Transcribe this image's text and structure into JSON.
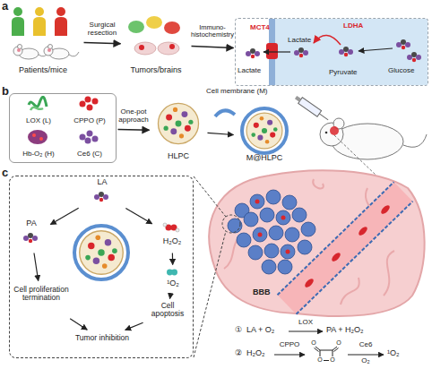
{
  "diagram": {
    "nodes": [
      {
        "text": [
          "Patients/mice"
        ]
      },
      {
        "text": [
          "Tumors/brains"
        ]
      },
      {
        "text": [
          "Lactate",
          "MCT4",
          "LDHA",
          "Glucose",
          "Pyruvate",
          "Lactate"
        ]
      },
      {
        "text": []
      },
      {
        "text": [
          "LOX (L)"
        ],
        "in": 3
      },
      {
        "text": [
          "CPPO (P)"
        ],
        "in": 3
      },
      {
        "text": [
          "Hb-O₂ (H)"
        ],
        "in": 3
      },
      {
        "text": [
          "Ce6 (C)"
        ],
        "in": 3
      },
      {
        "text": [
          "HLPC"
        ]
      },
      {
        "text": [
          "M@HLPC"
        ]
      },
      {
        "text": []
      },
      {
        "text": [
          "LA"
        ],
        "in": 10
      },
      {
        "text": [
          "PA"
        ],
        "in": 10
      },
      {
        "text": [
          "H₂O₂"
        ],
        "in": 10
      },
      {
        "text": [
          "¹O₂"
        ],
        "in": 10
      },
      {
        "text": [
          "Cell proliferation termination"
        ],
        "in": 10
      },
      {
        "text": [
          "Cell apoptosis"
        ],
        "in": 10
      },
      {
        "text": [
          "Tumor inhibition"
        ],
        "in": 10
      }
    ],
    "edges": [
      {
        "from": 0,
        "to": 1,
        "label": "Surgical resection",
        "arrow": "to"
      },
      {
        "from": 1,
        "to": 2,
        "label": "Immuno-histochemistry",
        "arrow": "to"
      },
      {
        "from": 3,
        "to": 8,
        "label": "One-pot approach",
        "arrow": "to"
      },
      {
        "from": 8,
        "to": 9,
        "arrow": "to"
      },
      {
        "from": 11,
        "to": 12,
        "arrow": "to"
      },
      {
        "from": 11,
        "to": 13,
        "arrow": "to"
      },
      {
        "from": 13,
        "to": 14,
        "arrow": "to"
      },
      {
        "from": 12,
        "to": 15,
        "arrow": "to"
      },
      {
        "from": 14,
        "to": 16,
        "arrow": "to"
      },
      {
        "from": 15,
        "to": 17,
        "arrow": "to"
      },
      {
        "from": 16,
        "to": 17,
        "arrow": "to"
      }
    ],
    "labels": [
      "a",
      "b",
      "c",
      "Cell membrane (M)",
      "BBB",
      "①",
      "LA + O₂",
      "LOX",
      "PA + H₂O₂",
      "②",
      "H₂O₂",
      "CPPO",
      "O",
      "O",
      "O",
      "O",
      "Ce6",
      "O₂",
      "¹O₂"
    ]
  }
}
